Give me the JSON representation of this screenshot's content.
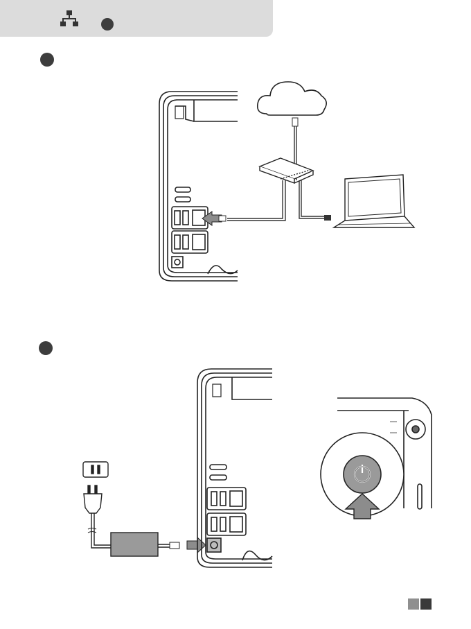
{
  "header": {
    "icon": "network-icon"
  },
  "steps": [
    {
      "id": "step-1",
      "illustration": "ethernet-connection-diagram"
    },
    {
      "id": "step-2",
      "illustration": "power-connection-diagram"
    }
  ],
  "colors": {
    "header_band": "#dcdcdc",
    "step_dot": "#3d3d3d",
    "arrow": "#8c8c8c",
    "adapter": "#9a9a9a",
    "page_marker_light": "#8f8f8f",
    "page_marker_dark": "#3a3a3a"
  }
}
